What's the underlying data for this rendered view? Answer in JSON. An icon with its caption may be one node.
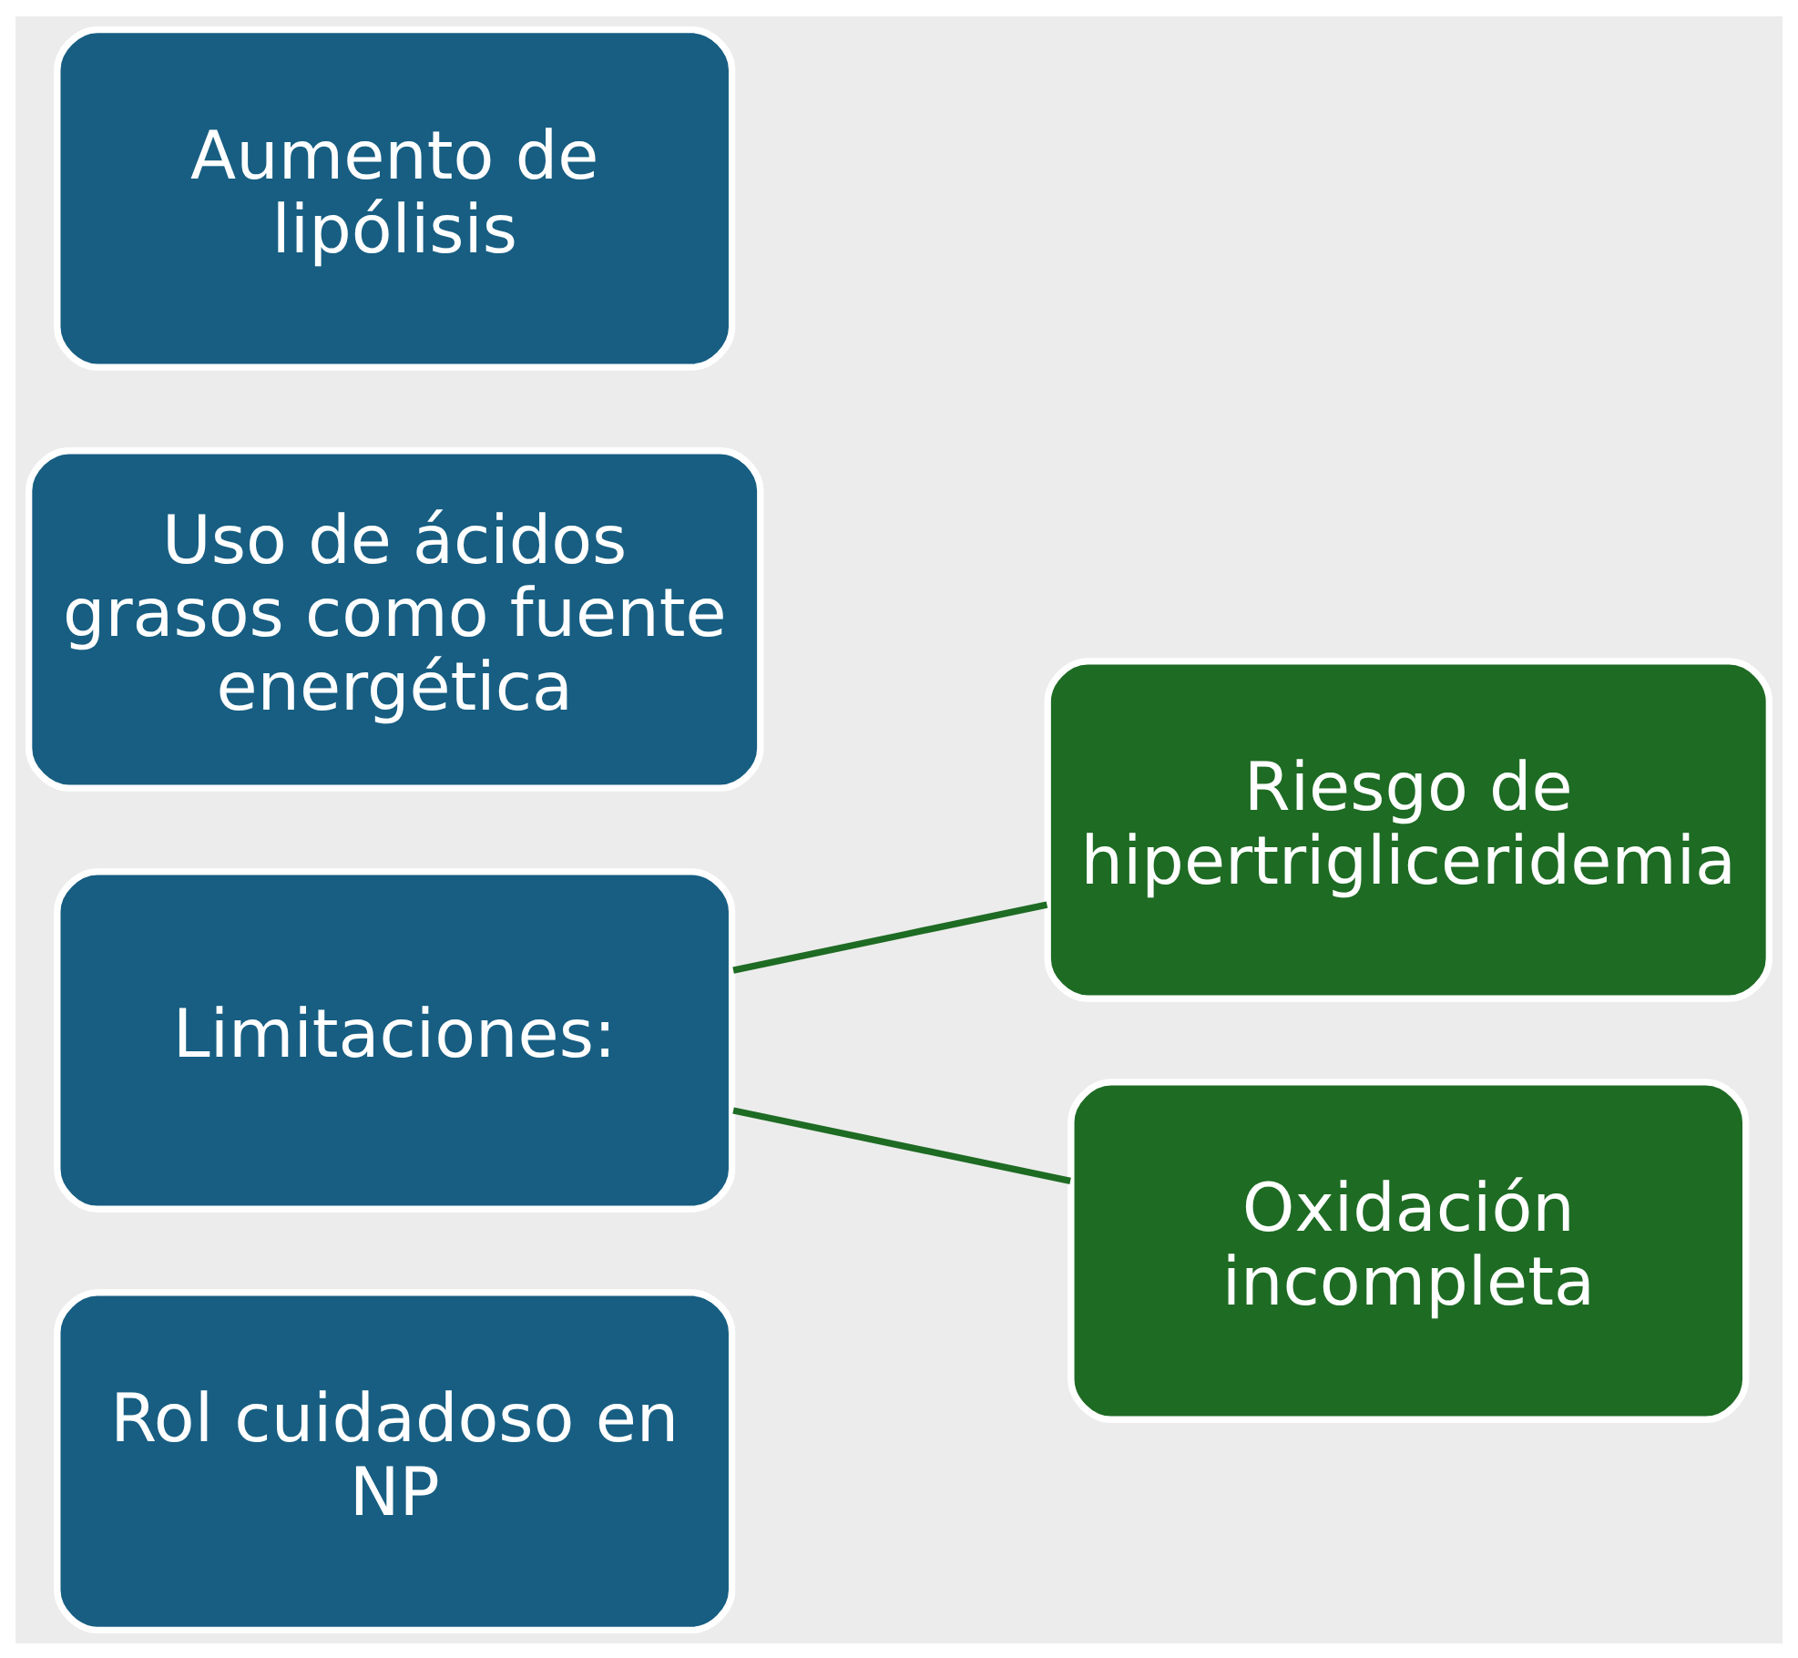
{
  "diagram": {
    "nodes": [
      {
        "text": [
          "Aumento de lipólisis"
        ]
      },
      {
        "text": [
          "Uso de ácidos grasos como fuente energética"
        ]
      },
      {
        "text": [
          "Limitaciones:"
        ]
      },
      {
        "text": [
          "Rol cuidadoso en NP"
        ]
      },
      {
        "text": [
          "Oxidación incompleta"
        ]
      },
      {
        "text": [
          "Riesgo de hipertrigliceridemia"
        ]
      }
    ],
    "edges": [
      {
        "from": 2,
        "to": 4,
        "arrow": "none"
      },
      {
        "from": 2,
        "to": 5,
        "arrow": "none"
      }
    ]
  }
}
